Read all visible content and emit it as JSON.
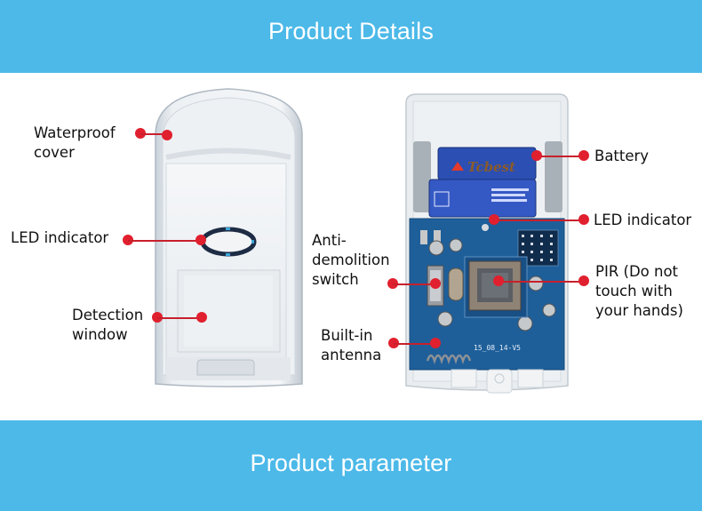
{
  "header": {
    "title": "Product Details"
  },
  "footer": {
    "title": "Product parameter"
  },
  "front_view": {
    "callouts": [
      {
        "id": "waterproof-cover",
        "lines": [
          "Waterproof",
          "cover"
        ]
      },
      {
        "id": "led-indicator",
        "lines": [
          "LED indicator"
        ]
      },
      {
        "id": "detection-window",
        "lines": [
          "Detection",
          "window"
        ]
      }
    ]
  },
  "inside_view": {
    "battery_brand": "Tcbest",
    "pcb_marking": "15_08_14-V5",
    "callouts": [
      {
        "id": "battery",
        "lines": [
          "Battery"
        ]
      },
      {
        "id": "led-indicator",
        "lines": [
          "LED indicator"
        ]
      },
      {
        "id": "pir",
        "lines": [
          "PIR (Do not",
          "touch with",
          "your hands)"
        ]
      },
      {
        "id": "anti-demolition-switch",
        "lines": [
          "Anti-",
          "demolition",
          "switch"
        ]
      },
      {
        "id": "built-in-antenna",
        "lines": [
          "Built-in",
          "antenna"
        ]
      }
    ]
  },
  "colors": {
    "band": "#4cb9e8",
    "callout_dot": "#e0202e",
    "pcb": "#1e5f9a"
  }
}
